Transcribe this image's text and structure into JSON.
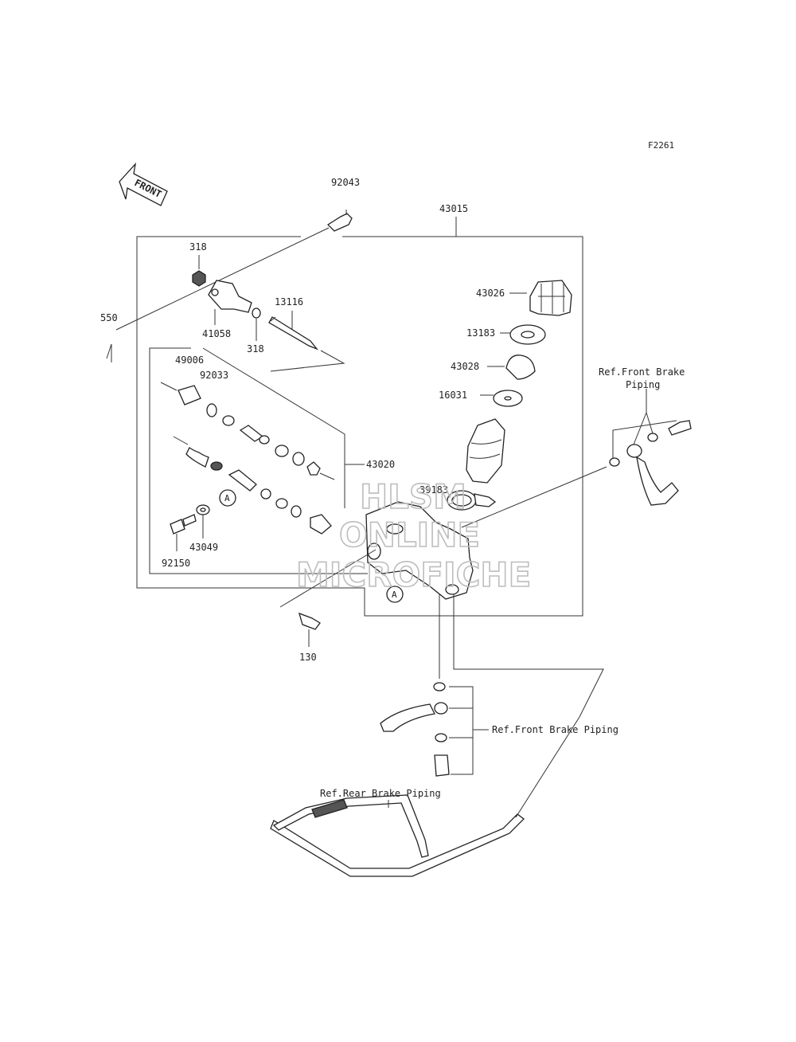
{
  "figure_code": "F2261",
  "front_label": "FRONT",
  "parts": {
    "p92043": "92043",
    "p43015": "43015",
    "p318a": "318",
    "p318b": "318",
    "p550": "550",
    "p41058": "41058",
    "p13116": "13116",
    "p49006": "49006",
    "p92033": "92033",
    "p43020": "43020",
    "p43026": "43026",
    "p13183": "13183",
    "p43028": "43028",
    "p16031": "16031",
    "p39183": "39183",
    "p43049": "43049",
    "p92150": "92150",
    "p130": "130"
  },
  "markers": {
    "a1": "A",
    "a2": "A"
  },
  "refs": {
    "front_brake_top_line1": "Ref.Front Brake",
    "front_brake_top_line2": "Piping",
    "front_brake_bottom": "Ref.Front Brake Piping",
    "rear_brake": "Ref.Rear Brake Piping"
  },
  "watermark": {
    "line1": "HLSM",
    "line2": "ONLINE",
    "line3": "MICROFICHE"
  }
}
